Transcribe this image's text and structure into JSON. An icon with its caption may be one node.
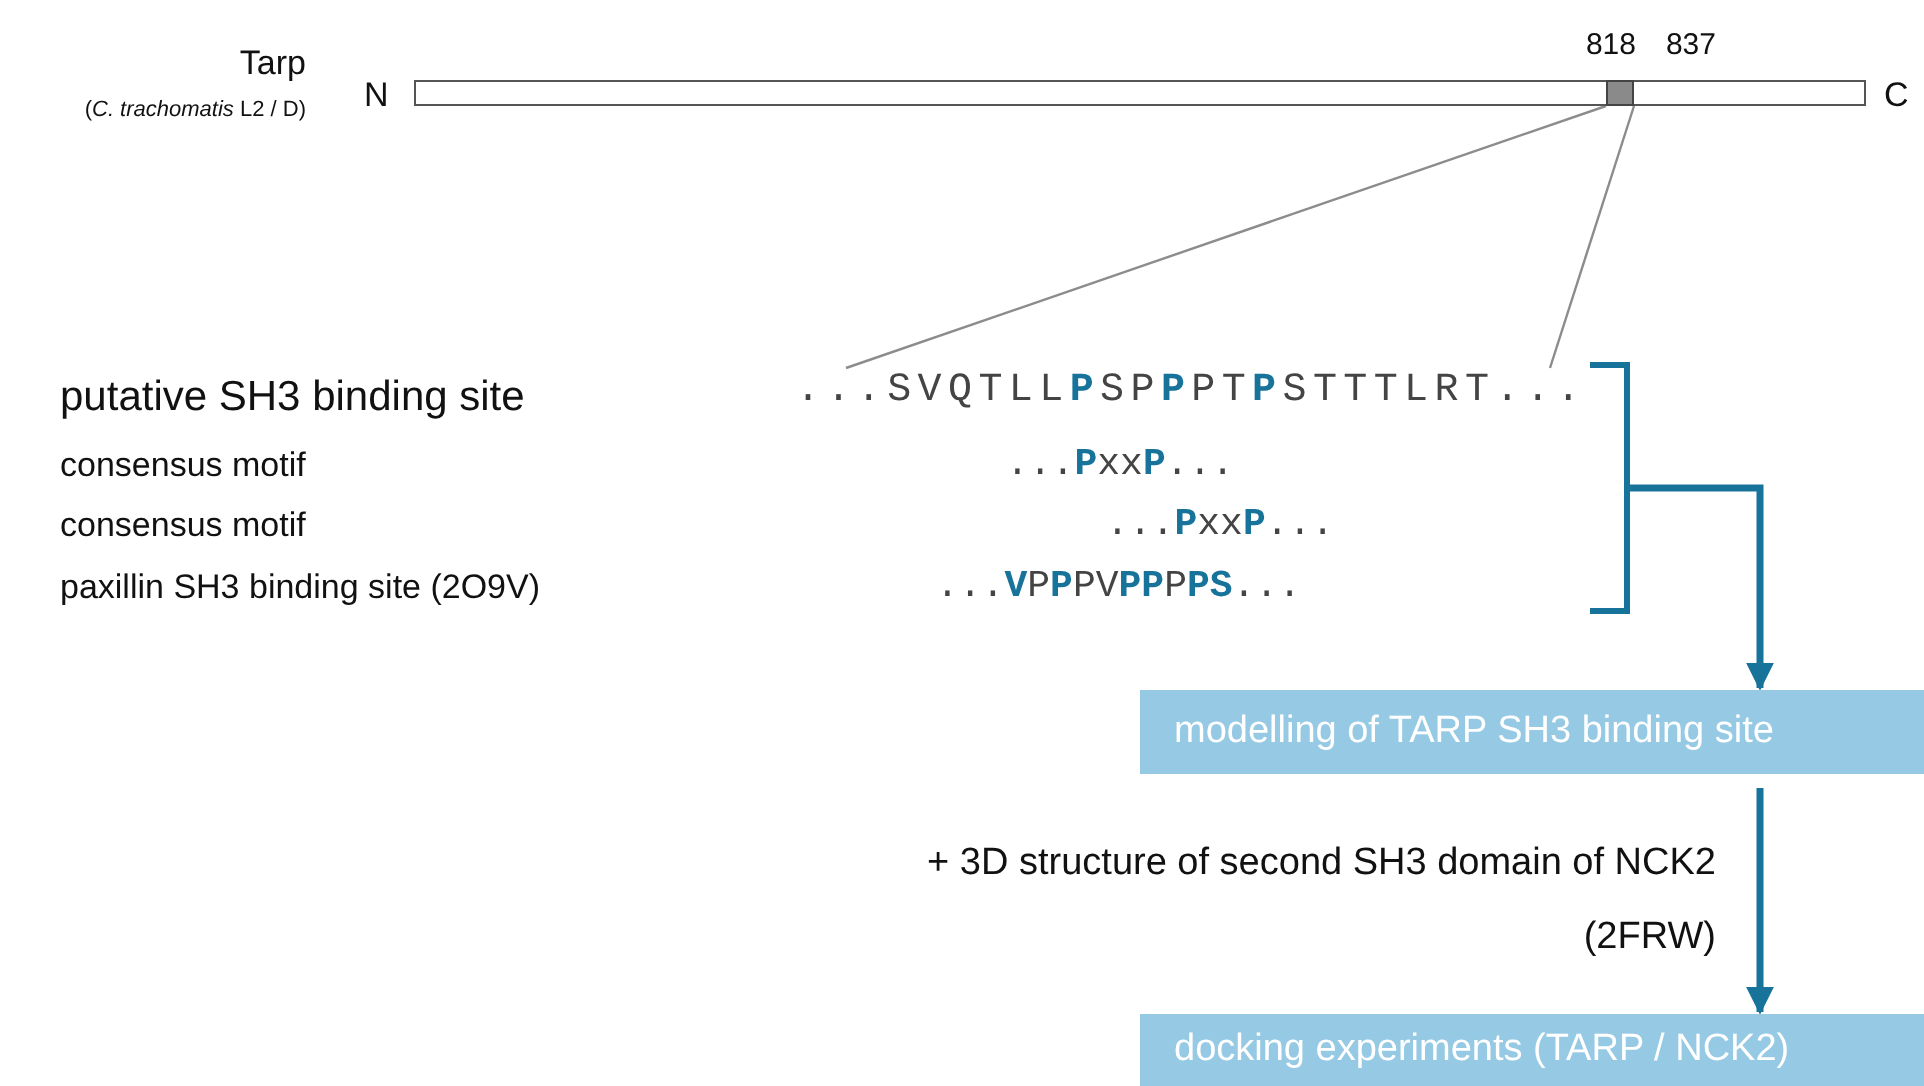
{
  "diagram": {
    "nodes": [
      {
        "text": [],
        "shape": "bar",
        "beside": [
          "Tarp",
          "(*C. trachomatis* L2 / D)"
        ]
      },
      {
        "text": [],
        "shape": "box",
        "in": 0,
        "beside": [
          "818",
          "837"
        ]
      },
      {
        "text": [
          "...SVQTLL**P**SP**P**PT**P**STTTLRT..."
        ]
      },
      {
        "text": [],
        "shape": "bracket"
      },
      {
        "text": [
          "modelling of TARP SH3 binding site"
        ]
      },
      {
        "text": [
          "docking experiments (TARP / NCK2)"
        ]
      }
    ],
    "edges": [
      {
        "from": 1,
        "to": 2,
        "arrow": "none",
        "color": "#8c8c8c"
      },
      {
        "from": 1,
        "to": 2,
        "arrow": "none",
        "color": "#8c8c8c"
      },
      {
        "from": 3,
        "to": 4,
        "arrow": "to",
        "style": "thick",
        "color": "#17739a"
      },
      {
        "from": 4,
        "to": 5,
        "arrow": "to",
        "style": "thick",
        "color": "#17739a",
        "label": "+  3D structure of second SH3 domain of NCK2 (2FRW)"
      }
    ],
    "labels": [
      "N",
      "C",
      "putative SH3 binding site",
      "consensus motif",
      "...**P**xx**P**...",
      "consensus motif",
      "...**P**xx**P**...",
      "paxillin SH3 binding site (2O9V)",
      "...**V**P**P**PV**PP**P**PS**..."
    ]
  }
}
